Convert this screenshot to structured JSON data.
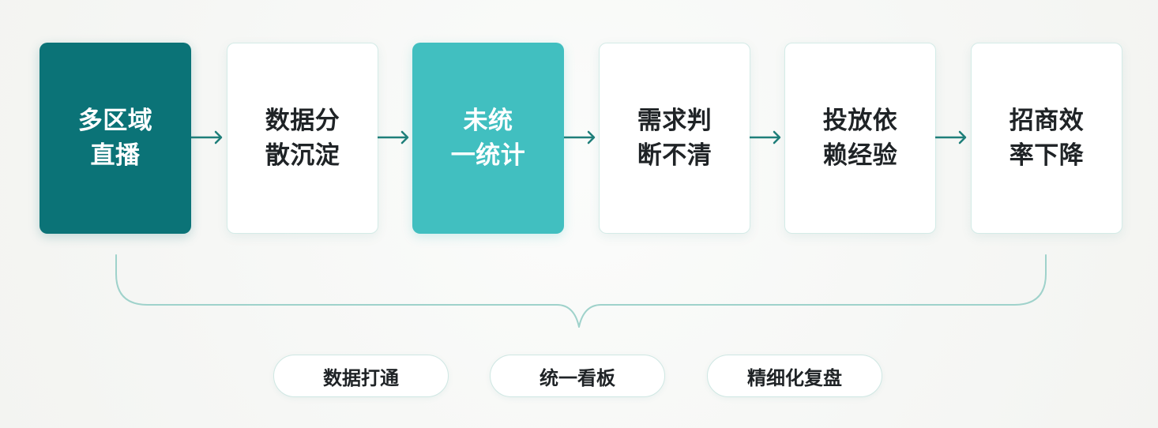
{
  "flow": {
    "steps": [
      {
        "label": "多区域\n直播",
        "style": "dark"
      },
      {
        "label": "数据分\n散沉淀",
        "style": "light"
      },
      {
        "label": "未统\n一统计",
        "style": "accent"
      },
      {
        "label": "需求判\n断不清",
        "style": "light"
      },
      {
        "label": "投放依\n赖经验",
        "style": "light"
      },
      {
        "label": "招商效\n率下降",
        "style": "light"
      }
    ],
    "arrow_icon": "arrow-right-icon"
  },
  "bracket": {
    "icon": "brace-bottom-icon"
  },
  "outcomes": [
    {
      "label": "数据打通"
    },
    {
      "label": "统一看板"
    },
    {
      "label": "精细化复盘"
    }
  ],
  "colors": {
    "dark_teal": "#0b7377",
    "accent_teal": "#41bfc0",
    "line_teal": "#1f7f7a",
    "light_border": "#d4ebe7"
  }
}
